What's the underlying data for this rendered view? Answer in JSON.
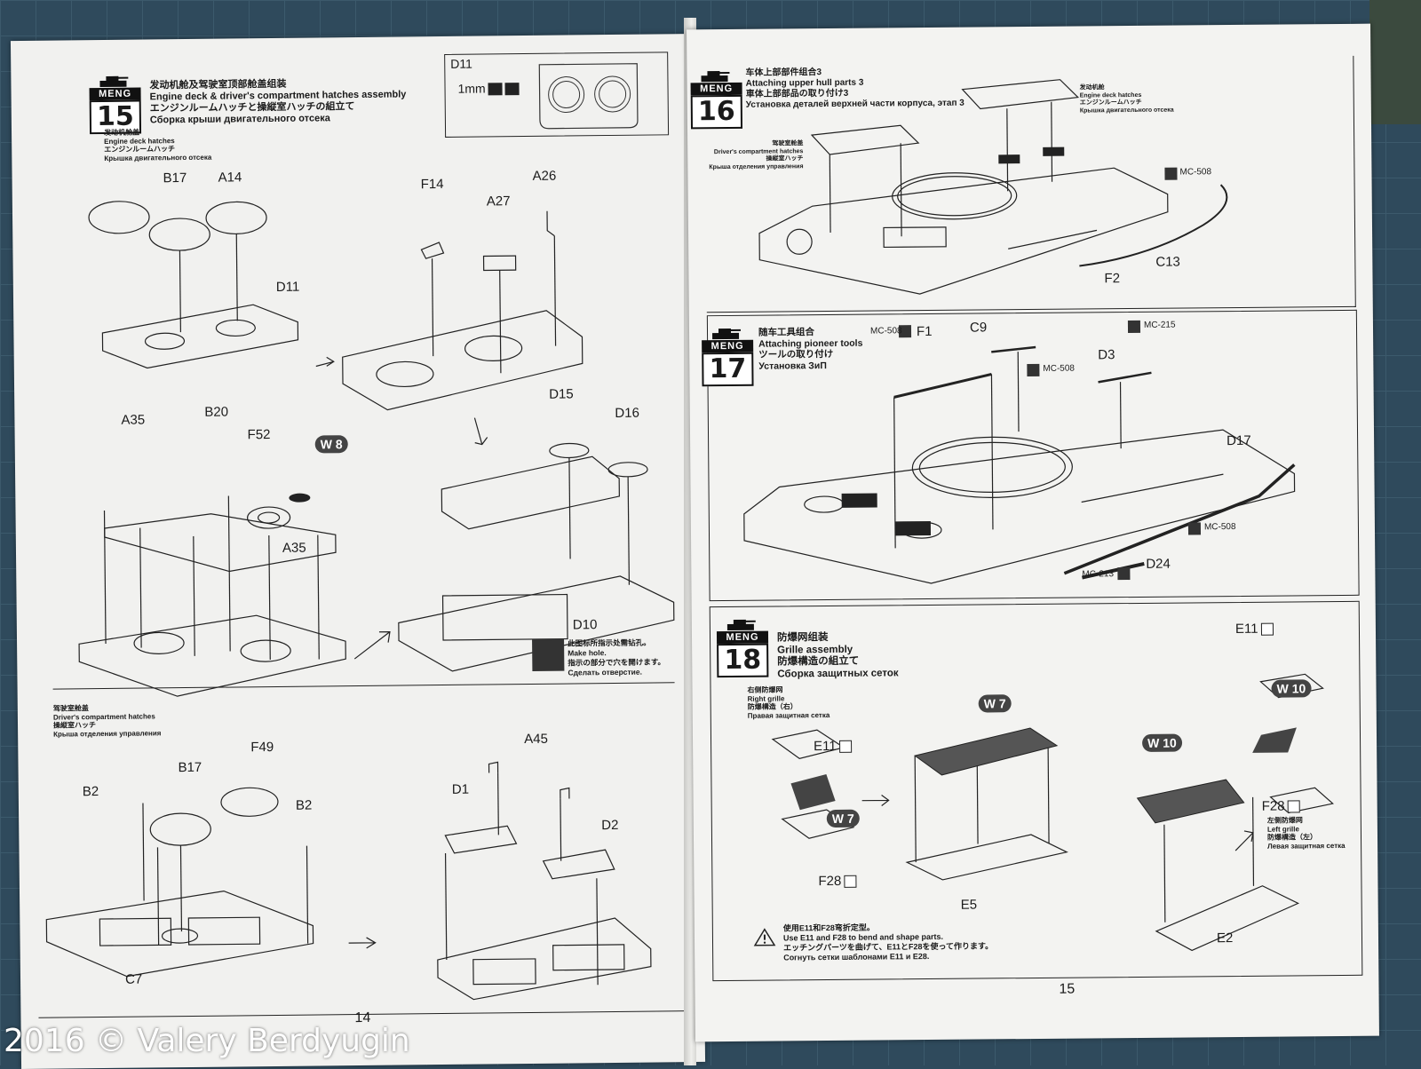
{
  "left_page": {
    "step15": {
      "number": "15",
      "brand": "MENG",
      "title_cn": "发动机舱及驾驶室顶部舱盖组装",
      "title_en": "Engine deck & driver's compartment hatches assembly",
      "title_jp": "エンジンルームハッチと操縦室ハッチの組立て",
      "title_ru": "Сборка крыши двигательного отсека",
      "engine_hatches": {
        "cn": "发动机舱盖",
        "en": "Engine deck hatches",
        "jp": "エンジンルームハッチ",
        "ru": "Крышка двигательного отсека"
      },
      "inset_part": "D11",
      "inset_size": "1mm",
      "labels": [
        "B17",
        "A14",
        "D11",
        "F14",
        "A27",
        "A26",
        "A35",
        "B20",
        "F52",
        "A35",
        "D15",
        "D16",
        "D10"
      ],
      "badge_w8": "W 8",
      "drill_note": {
        "cn": "此图标所指示处需钻孔。",
        "en": "Make hole.",
        "jp": "指示の部分で穴を開けます。",
        "ru": "Сделать отверстие."
      },
      "driver_hatches": {
        "cn": "驾驶室舱盖",
        "en": "Driver's compartment hatches",
        "jp": "操縦室ハッチ",
        "ru": "Крыша отделения управления"
      },
      "labels_lower": [
        "F49",
        "B17",
        "B2",
        "B2",
        "C7",
        "A45",
        "D1",
        "D2"
      ]
    },
    "page_number": "14"
  },
  "right_page": {
    "step16": {
      "number": "16",
      "brand": "MENG",
      "title_cn": "车体上部部件组合3",
      "title_en": "Attaching upper hull parts 3",
      "title_jp": "車体上部部品の取り付け3",
      "title_ru": "Установка деталей верхней части корпуса, этап 3",
      "engine_hatches": {
        "cn": "发动机舱",
        "en": "Engine deck hatches",
        "jp": "エンジンルームハッチ",
        "ru": "Крышка двигательного отсека"
      },
      "driver_hatches": {
        "cn": "驾驶室舱盖",
        "en": "Driver's compartment hatches",
        "jp": "操縦室ハッチ",
        "ru": "Крыша отделения управления"
      },
      "glue": "MC-508",
      "labels": [
        "F2",
        "C13"
      ]
    },
    "step17": {
      "number": "17",
      "brand": "MENG",
      "title_cn": "随车工具组合",
      "title_en": "Attaching pioneer tools",
      "title_jp": "ツールの取り付け",
      "title_ru": "Установка ЗиП",
      "glue_a": "MC-508",
      "glue_b": "MC-215",
      "glue_c": "MC-213",
      "labels": [
        "F1",
        "C9",
        "D3",
        "D17",
        "D24"
      ]
    },
    "step18": {
      "number": "18",
      "brand": "MENG",
      "title_cn": "防爆网组装",
      "title_en": "Grille assembly",
      "title_jp": "防爆構造の組立て",
      "title_ru": "Сборка защитных сеток",
      "right_grille": {
        "cn": "右侧防爆网",
        "en": "Right grille",
        "jp": "防爆構造（右）",
        "ru": "Правая защитная сетка"
      },
      "left_grille": {
        "cn": "左侧防爆网",
        "en": "Left grille",
        "jp": "防爆構造（左）",
        "ru": "Левая защитная сетка"
      },
      "labels": [
        "E11",
        "F28",
        "E5",
        "E11",
        "F28",
        "E2"
      ],
      "badge_w7": "W 7",
      "badge_w10": "W 10",
      "note": {
        "cn": "使用E11和F28弯折定型。",
        "en": "Use E11 and  F28 to bend and shape parts.",
        "jp": "エッチングパーツを曲げて、E11とF28を使って作ります。",
        "ru": "Согнуть сетки шаблонами E11 и E28."
      }
    },
    "page_number": "15"
  },
  "watermark": "2016 © Valery Berdyugin"
}
